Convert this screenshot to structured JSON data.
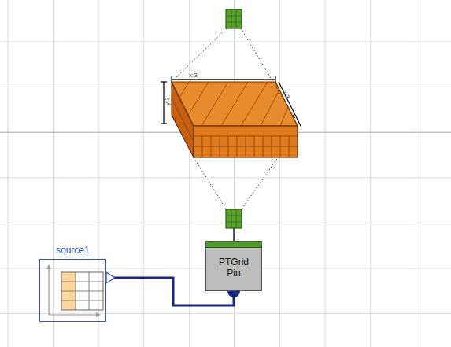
{
  "diagram": {
    "nodes": [
      {
        "text": [
          "source1"
        ]
      },
      {
        "text": [
          "PTGrid Pin"
        ]
      }
    ],
    "edges": [
      {
        "from": 0,
        "to": 1,
        "arrow": "none"
      }
    ],
    "labels": [
      "x:3",
      "y:3",
      "z:3"
    ]
  }
}
